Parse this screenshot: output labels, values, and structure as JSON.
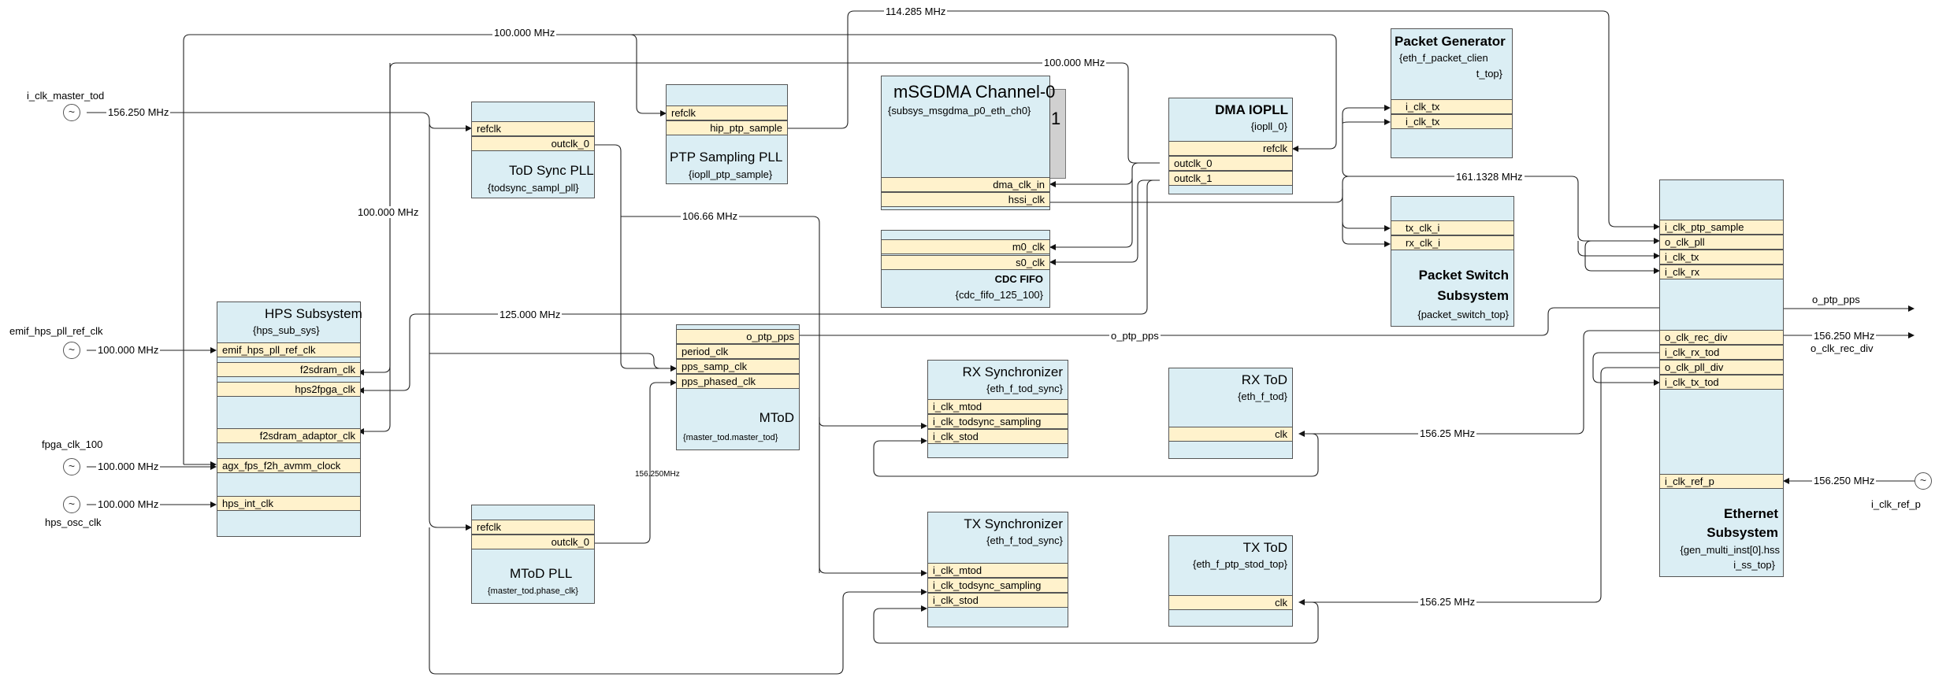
{
  "inputs": {
    "i_clk_master_tod": {
      "name": "i_clk_master_tod",
      "freq": "156.250 MHz"
    },
    "emif_hps_pll_ref_clk": {
      "name": "emif_hps_pll_ref_clk",
      "freq": "100.000 MHz"
    },
    "fpga_clk_100": {
      "name": "fpga_clk_100",
      "freq": "100.000 MHz"
    },
    "hps_osc_clk": {
      "name": "hps_osc_clk",
      "freq": "100.000 MHz"
    },
    "i_clk_ref_p": {
      "name": "i_clk_ref_p",
      "freq": "156.250 MHz"
    }
  },
  "oscillator_glyph": "~",
  "freq_labels": {
    "top_100": "100.000 MHz",
    "top_114": "114.285 MHz",
    "mid_100": "100.000 MHz",
    "left_100": "100.000 MHz",
    "f_106": "106.66 MHz",
    "f_125": "125.000 MHz",
    "f_161": "161.1328 MHz",
    "f_156_small": "156.250MHz",
    "rx_156": "156.25 MHz",
    "tx_156": "156.25 MHz",
    "ptp_pps_wire": "o_ptp_pps"
  },
  "outputs": {
    "o_ptp_pps": "o_ptp_pps",
    "rec_freq": "156.250 MHz",
    "rec_name": "o_clk_rec_div"
  },
  "blocks": {
    "hps": {
      "title": "HPS Subsystem",
      "sub": "{hps_sub_sys}",
      "ports": [
        "emif_hps_pll_ref_clk",
        "f2sdram_clk",
        "hps2fpga_clk",
        "f2sdram_adaptor_clk",
        "agx_fps_f2h_avmm_clock",
        "hps_int_clk"
      ]
    },
    "todpll": {
      "title": "ToD Sync PLL",
      "sub": "{todsync_sampl_pll}",
      "ports": [
        "refclk",
        "outclk_0"
      ]
    },
    "ptppll": {
      "title": "PTP Sampling PLL",
      "sub": "{iopll_ptp_sample}",
      "ports": [
        "refclk",
        "hip_ptp_sample"
      ]
    },
    "msgdma": {
      "title": "mSGDMA Channel-0",
      "sub": "{subsys_msgdma_p0_eth_ch0}",
      "tag": "1",
      "ports": [
        "dma_clk_in",
        "hssi_clk"
      ]
    },
    "cdc": {
      "title": "CDC FIFO",
      "sub": "{cdc_fifo_125_100}",
      "ports": [
        "m0_clk",
        "s0_clk"
      ]
    },
    "iopll": {
      "title": "DMA IOPLL",
      "sub": "{iopll_0}",
      "ports": [
        "refclk",
        "outclk_0",
        "outclk_1"
      ]
    },
    "pktgen": {
      "title": "Packet Generator",
      "sub1": "{eth_f_packet_clien",
      "sub2": "t_top}",
      "ports": [
        "i_clk_tx",
        "i_clk_tx"
      ]
    },
    "pktsw": {
      "title1": "Packet Switch",
      "title2": "Subsystem",
      "sub": "{packet_switch_top}",
      "ports": [
        "tx_clk_i",
        "rx_clk_i"
      ]
    },
    "mtod": {
      "title": "MToD",
      "sub": "{master_tod.master_tod}",
      "ports": [
        "o_ptp_pps",
        "period_clk",
        "pps_samp_clk",
        "pps_phased_clk"
      ]
    },
    "rxsync": {
      "title": "RX Synchronizer",
      "sub": "{eth_f_tod_sync}",
      "ports": [
        "i_clk_mtod",
        "i_clk_todsync_sampling",
        "i_clk_stod"
      ]
    },
    "rxtod": {
      "title": "RX ToD",
      "sub": "{eth_f_tod}",
      "ports": [
        "clk"
      ]
    },
    "txsync": {
      "title": "TX Synchronizer",
      "sub": "{eth_f_tod_sync}",
      "ports": [
        "i_clk_mtod",
        "i_clk_todsync_sampling",
        "i_clk_stod"
      ]
    },
    "txtod": {
      "title": "TX ToD",
      "sub": "{eth_f_ptp_stod_top}",
      "ports": [
        "clk"
      ]
    },
    "mtodpll": {
      "title": "MToD  PLL",
      "sub": "{master_tod.phase_clk}",
      "ports": [
        "refclk",
        "outclk_0"
      ]
    },
    "eth": {
      "title1": "Ethernet",
      "title2": "Subsystem",
      "sub1": "{gen_multi_inst[0].hss",
      "sub2": "i_ss_top}",
      "ports": [
        "i_clk_ptp_sample",
        "o_clk_pll",
        "i_clk_tx",
        "i_clk_rx",
        "o_clk_rec_div",
        "i_clk_rx_tod",
        "o_clk_pll_div",
        "i_clk_tx_tod",
        "i_clk_ref_p"
      ]
    }
  }
}
